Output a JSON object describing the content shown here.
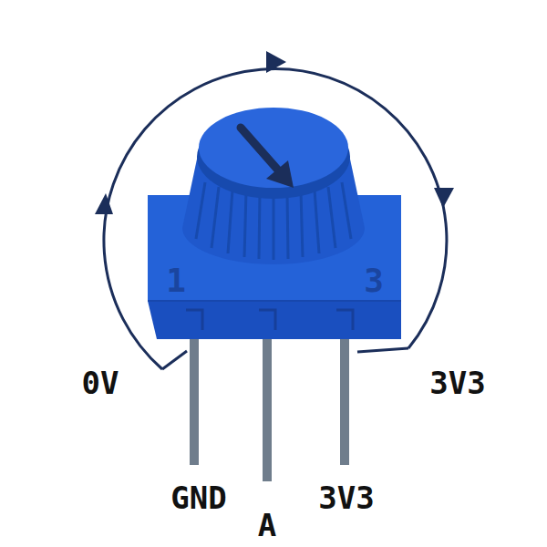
{
  "diagram": {
    "labels": [
      "1",
      "3",
      "0V",
      "3V3",
      "GND",
      "A",
      "3V3"
    ]
  }
}
